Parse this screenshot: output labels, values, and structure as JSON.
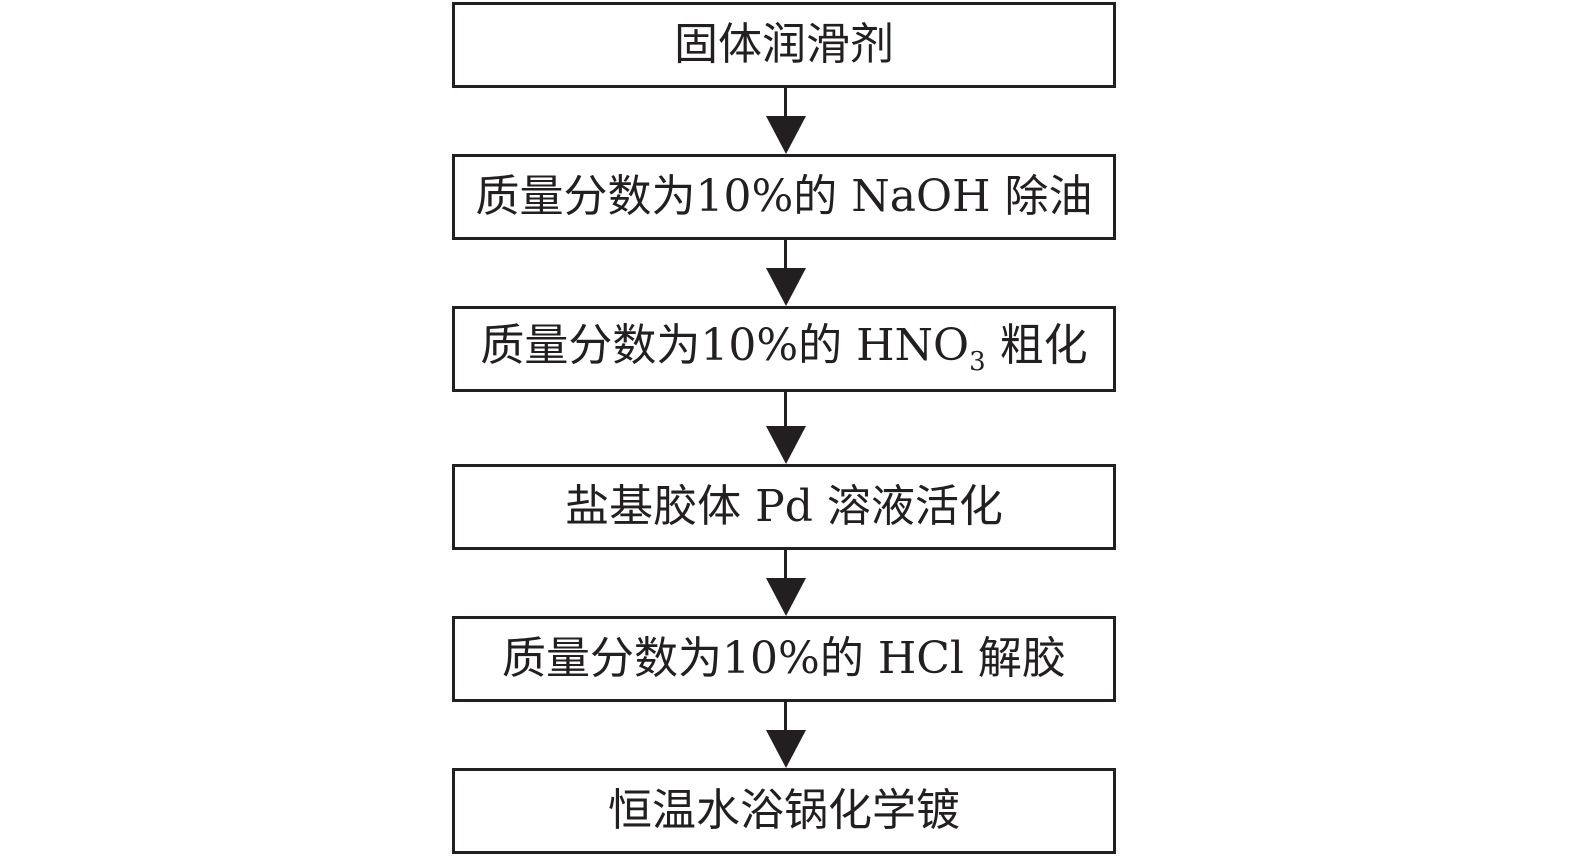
{
  "diagram": {
    "type": "flowchart",
    "steps": [
      {
        "label": "固体润滑剂"
      },
      {
        "label": "质量分数为10%的 NaOH 除油"
      },
      {
        "label_prefix": "质量分数为10%的 HNO",
        "label_sub": "3",
        "label_suffix": " 粗化"
      },
      {
        "label": "盐基胶体 Pd 溶液活化"
      },
      {
        "label": "质量分数为10%的 HCl 解胶"
      },
      {
        "label": "恒温水浴锅化学镀"
      }
    ],
    "connectors": [
      {
        "from": 0,
        "to": 1
      },
      {
        "from": 1,
        "to": 2
      },
      {
        "from": 2,
        "to": 3
      },
      {
        "from": 3,
        "to": 4
      },
      {
        "from": 4,
        "to": 5
      }
    ],
    "colors": {
      "stroke": "#231f20",
      "fill": "#ffffff",
      "text": "#231f20"
    }
  }
}
